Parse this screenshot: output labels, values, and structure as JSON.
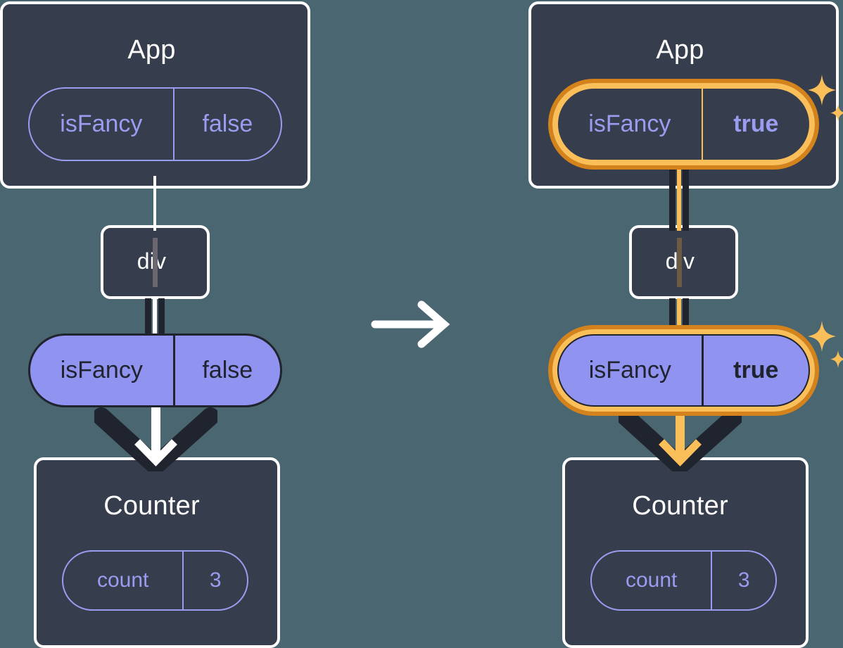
{
  "diagram": {
    "type": "react-state-propagation",
    "background_color": "#4a6670",
    "panel_bg": "#363d4d",
    "accent_purple": "#9a9cf0",
    "accent_purple_solid": "#9093f0",
    "highlight_orange_light": "#fbbf5a",
    "highlight_orange_dark": "#d4821c",
    "transition_icon": "arrow-right-icon"
  },
  "left": {
    "app": {
      "title": "App",
      "pill": {
        "key": "isFancy",
        "value": "false",
        "highlighted": false,
        "bold_value": false
      }
    },
    "div": {
      "title": "div"
    },
    "state_pill": {
      "key": "isFancy",
      "value": "false",
      "highlighted": false,
      "bold_value": false
    },
    "counter": {
      "title": "Counter",
      "pill": {
        "key": "count",
        "value": "3",
        "highlighted": false,
        "bold_value": false
      }
    },
    "connector_color": "#ffffff",
    "sparkles": false
  },
  "right": {
    "app": {
      "title": "App",
      "pill": {
        "key": "isFancy",
        "value": "true",
        "highlighted": true,
        "bold_value": true
      }
    },
    "div": {
      "title": "div"
    },
    "state_pill": {
      "key": "isFancy",
      "value": "true",
      "highlighted": true,
      "bold_value": true
    },
    "counter": {
      "title": "Counter",
      "pill": {
        "key": "count",
        "value": "3",
        "highlighted": false,
        "bold_value": false
      }
    },
    "connector_color": "#fbbf5a",
    "sparkles": true
  }
}
